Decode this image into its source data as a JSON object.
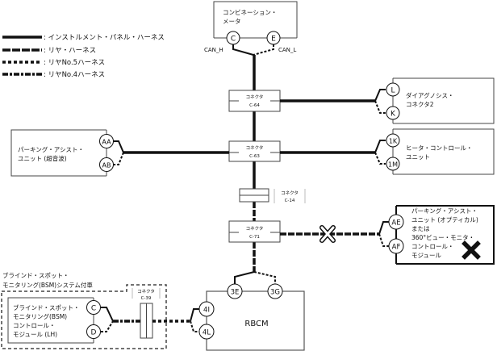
{
  "legend": [
    {
      "style": "solid",
      "label": ": インストルメント・パネル・ハーネス"
    },
    {
      "style": "long-dash",
      "label": ": リヤ・ハーネス"
    },
    {
      "style": "dotted",
      "label": ": リヤNo.5ハーネス"
    },
    {
      "style": "dash-dot",
      "label": ": リヤNo.4ハーネス"
    }
  ],
  "combination_meter": {
    "name_line1": "コンビネーション・",
    "name_line2": "メータ",
    "pins": [
      "C",
      "E"
    ],
    "signal_labels": [
      "CAN_H",
      "CAN_L"
    ]
  },
  "connectors": {
    "c64": {
      "line1": "コネクタ",
      "line2": "C-64"
    },
    "c63": {
      "line1": "コネクタ",
      "line2": "C-63"
    },
    "c14": {
      "line1": "コネクタ",
      "line2": "C-14"
    },
    "c71": {
      "line1": "コネクタ",
      "line2": "C-71"
    },
    "c39": {
      "line1": "コネクタ",
      "line2": "C-39"
    }
  },
  "diag_connector": {
    "line1": "ダイアグノシス・",
    "line2": "コネクタ2",
    "pins": [
      "L",
      "K"
    ]
  },
  "heater_control": {
    "line1": "ヒータ・コントロール・",
    "line2": "ユニット",
    "pins": [
      "1K",
      "1M"
    ]
  },
  "parking_sonar": {
    "line1": "パーキング・アシスト・",
    "line2": "ユニット (超音波)",
    "pins": [
      "AA",
      "AB"
    ]
  },
  "parking_optical": {
    "lines": [
      "パーキング・アシスト・",
      "ユニット (オプティカル)",
      "または",
      "360°ビュー・モニタ・",
      "コントロール・",
      "モジュール"
    ],
    "pins": [
      "AE",
      "AF"
    ],
    "status": "not-connected"
  },
  "bsm_group": {
    "line1": "ブラインド・スポット・",
    "line2": "モニタリング(BSM)システム付車"
  },
  "bsm_module": {
    "lines": [
      "ブラインド・スポット・",
      "モニタリング(BSM)",
      "コントロール・",
      "モジュール (LH)"
    ],
    "pins": [
      "C",
      "D"
    ]
  },
  "rbcm": {
    "name": "RBCM",
    "pins_top": [
      "3E",
      "3G"
    ],
    "pins_left": [
      "4I",
      "4L"
    ]
  },
  "colors": {
    "line": "#111111",
    "box": "#555555"
  }
}
